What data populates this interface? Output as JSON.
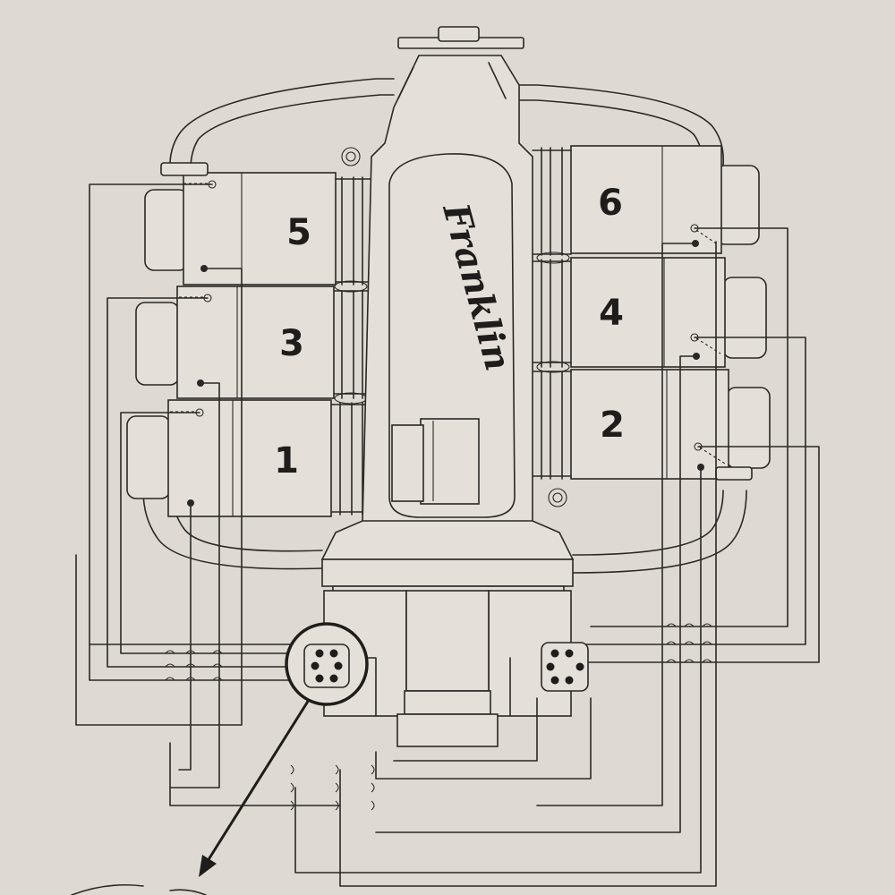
{
  "diagram": {
    "logo_text": "Franklin",
    "cylinders": [
      {
        "id": "1",
        "label": "1"
      },
      {
        "id": "2",
        "label": "2"
      },
      {
        "id": "3",
        "label": "3"
      },
      {
        "id": "4",
        "label": "4"
      },
      {
        "id": "5",
        "label": "5"
      },
      {
        "id": "6",
        "label": "6"
      }
    ]
  }
}
